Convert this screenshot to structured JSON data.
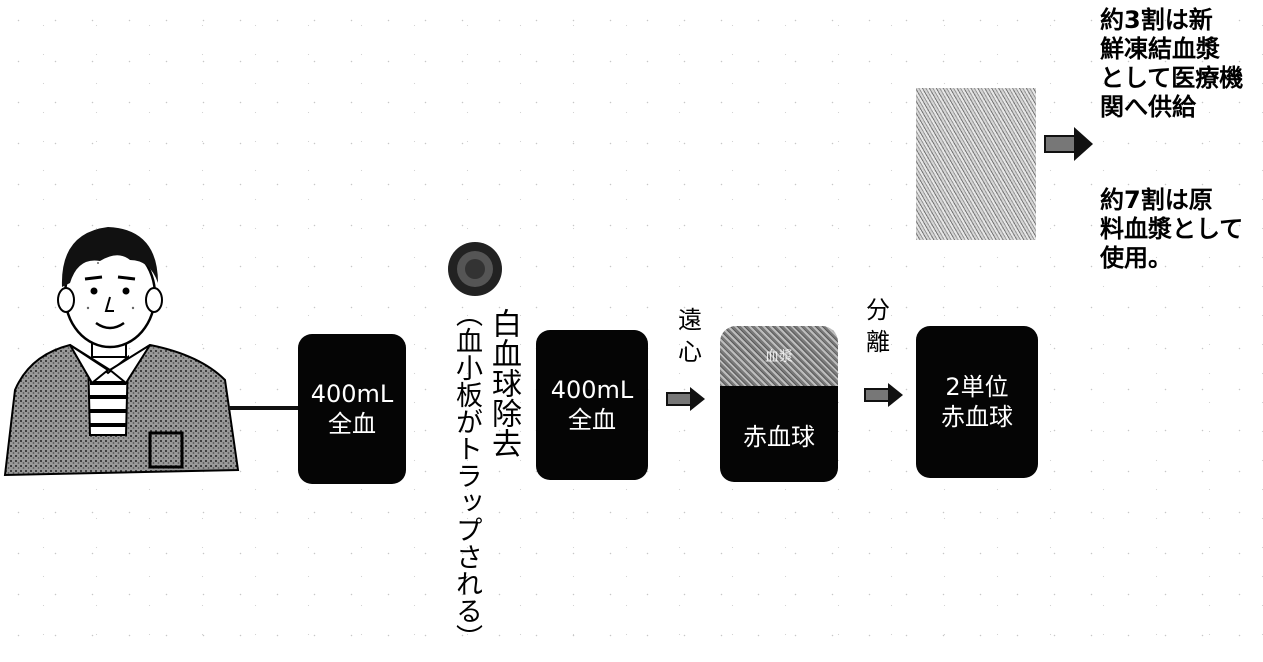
{
  "donor": {
    "icon": "donor-person-icon"
  },
  "whole_blood": {
    "line1": "400mL",
    "line2": "全血"
  },
  "leukocyte_removal": {
    "icon": "filter-icon",
    "title": "白血球除去",
    "note": "（血小板がトラップされる）"
  },
  "filtered_blood": {
    "line1": "400mL",
    "line2": "全血"
  },
  "centrifuge": {
    "line1": "遠",
    "line2": "心"
  },
  "separated_bag": {
    "plasma_label": "血漿",
    "rbc_label": "赤血球"
  },
  "separation": {
    "line1": "分",
    "line2": "離"
  },
  "product": {
    "line1": "2単位",
    "line2": "赤血球"
  },
  "plasma_fate": {
    "fresh_frozen": [
      "約3割は新",
      "鮮凍結血漿",
      "として医療機",
      "関へ供給"
    ],
    "fractionation": [
      "約7割は原",
      "料血漿として",
      "使用。"
    ]
  },
  "colors": {
    "box": "#050505",
    "arrow": "#1a1a1a",
    "accent": "#ffffff"
  }
}
